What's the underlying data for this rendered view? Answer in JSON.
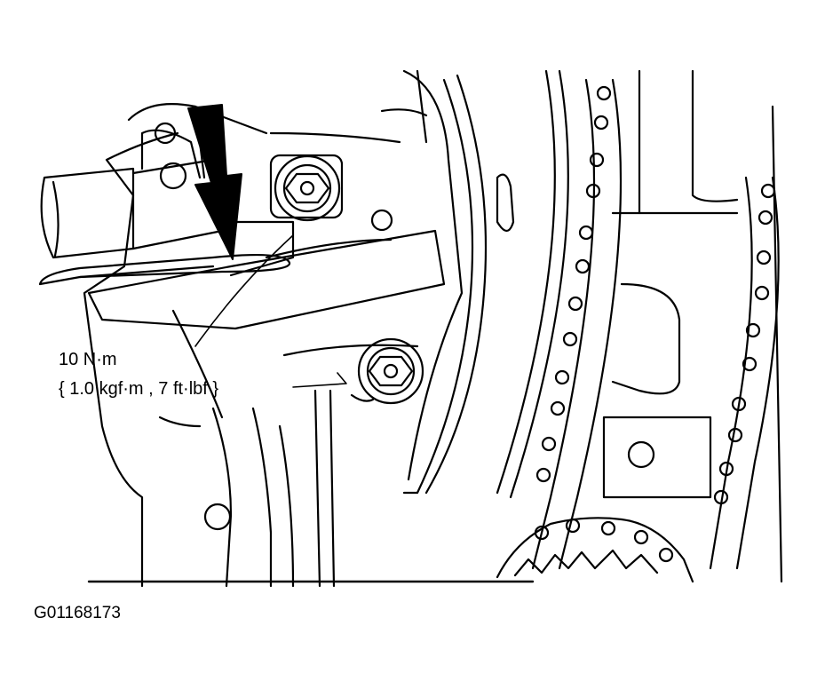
{
  "callout": {
    "torque_value": "10 N·m",
    "torque_alt": "{ 1.0 kgf·m , 7 ft·lbf }"
  },
  "figure_id": "G01168173",
  "colors": {
    "ink": "#000000",
    "paper": "#ffffff"
  }
}
